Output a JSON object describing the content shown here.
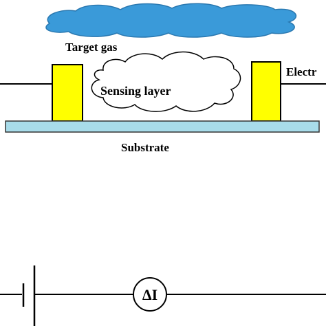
{
  "labels": {
    "target_gas": "Target gas",
    "sensing_layer": "Sensing layer",
    "electrode": "Electr",
    "substrate": "Substrate",
    "meter": "ΔI"
  },
  "colors": {
    "gas_cloud": "#3a9ad9",
    "electrode": "#ffff00",
    "substrate": "#a8dcea",
    "sensing_cloud": "#ffffff",
    "wire": "#000000"
  }
}
